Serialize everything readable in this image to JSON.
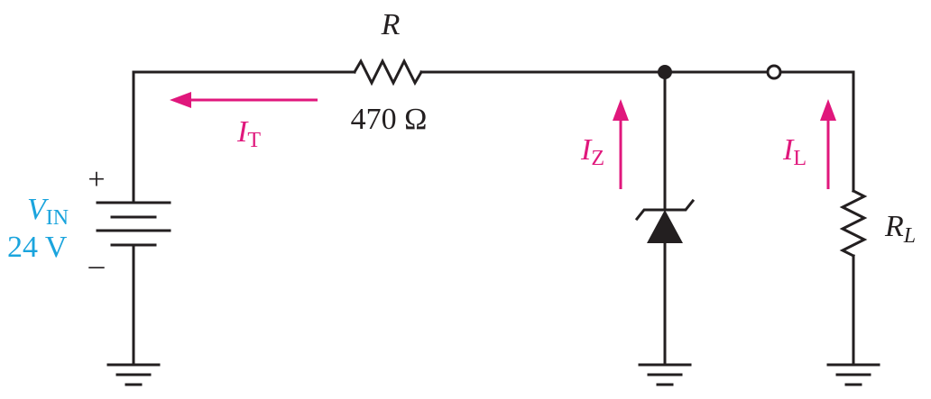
{
  "resistor_series": {
    "name": "R",
    "value": "470 Ω"
  },
  "source": {
    "symbol": "V",
    "subscript": "IN",
    "value": "24 V",
    "plus": "+",
    "minus": "–"
  },
  "load": {
    "symbol": "R",
    "subscript": "L"
  },
  "currents": {
    "total": {
      "symbol": "I",
      "subscript": "T"
    },
    "zener": {
      "symbol": "I",
      "subscript": "Z"
    },
    "load": {
      "symbol": "I",
      "subscript": "L"
    }
  },
  "colors": {
    "wire": "#231f20",
    "current": "#e0177c",
    "source_label": "#1aa4dd"
  }
}
